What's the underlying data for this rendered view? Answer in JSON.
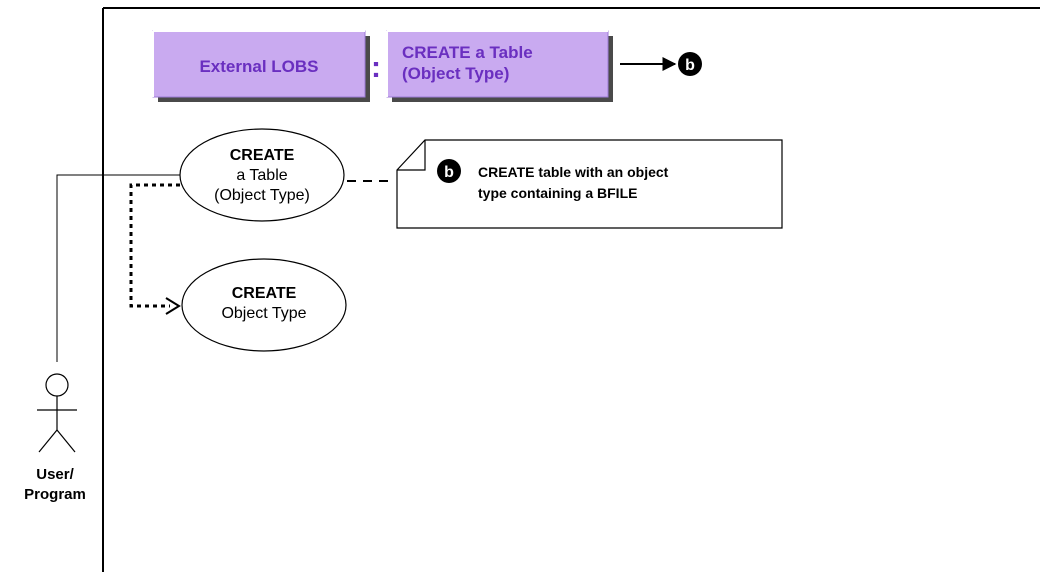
{
  "header": {
    "left_label": "External LOBS",
    "separator": ":",
    "right_label_line1": "CREATE a Table",
    "right_label_line2": "(Object Type)",
    "marker": "b",
    "box_fill": "#c9aaf0",
    "text_color": "#6a2fc0"
  },
  "use_cases": {
    "create_table": {
      "line1": "CREATE",
      "line2": "a Table",
      "line3": "(Object Type)"
    },
    "create_object_type": {
      "line1": "CREATE",
      "line2": "Object Type"
    }
  },
  "note": {
    "marker": "b",
    "line1": "CREATE table with an object",
    "line2": "type containing a BFILE"
  },
  "actor": {
    "line1": "User/",
    "line2": "Program"
  }
}
